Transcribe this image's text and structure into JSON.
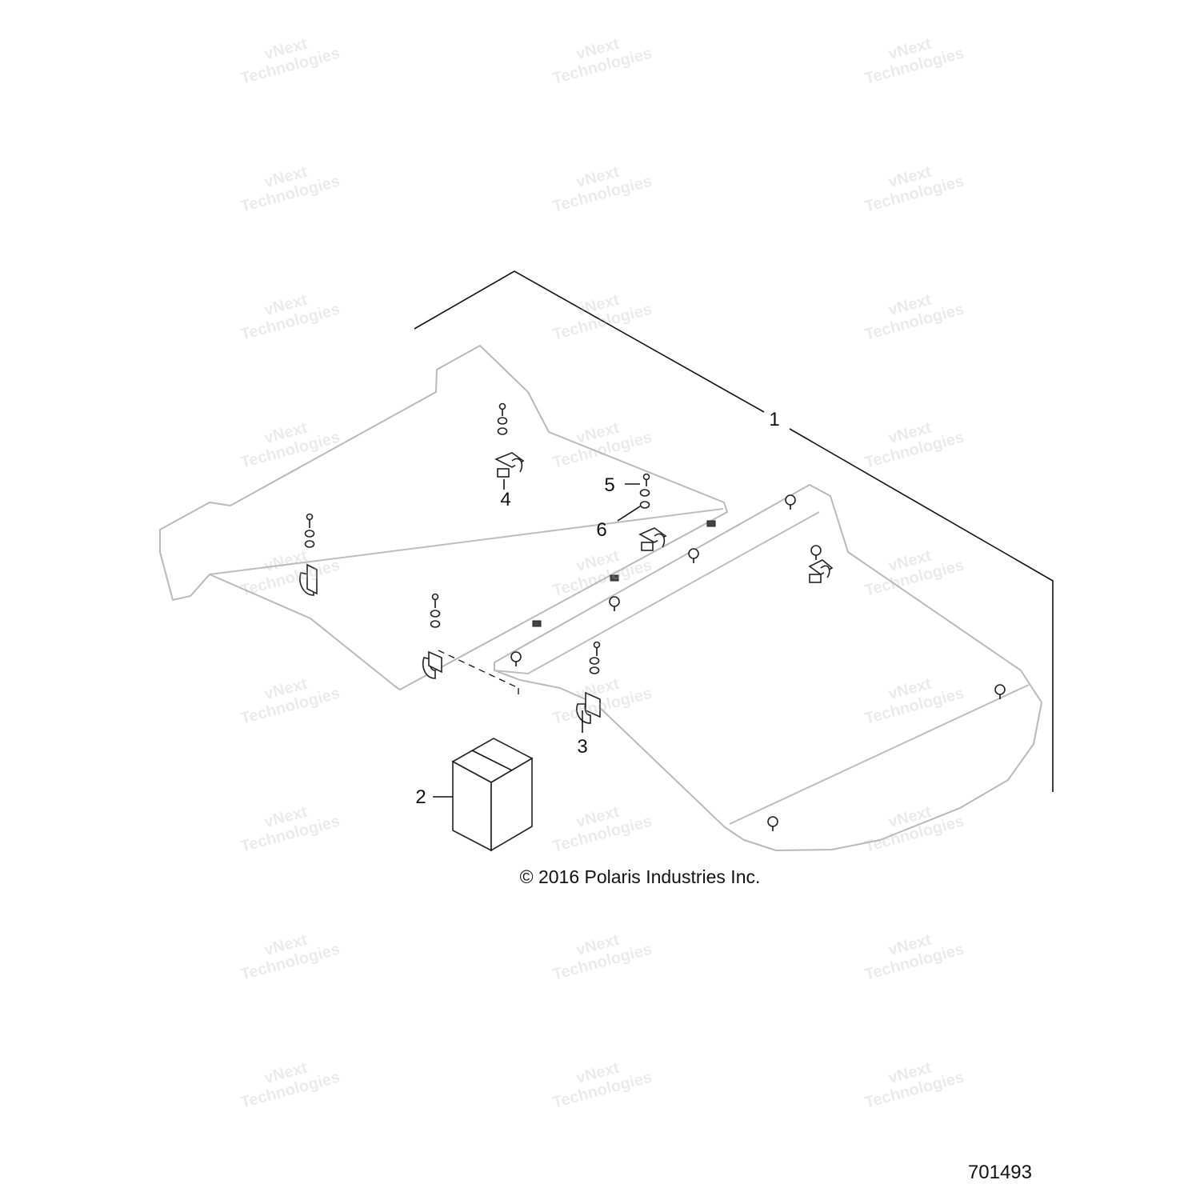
{
  "callouts": [
    "1",
    "2",
    "3",
    "4",
    "5",
    "6"
  ],
  "copyright": "© 2016 Polaris Industries Inc.",
  "diagram_id": "701493",
  "watermark": {
    "line1": "vNext",
    "line2": "Technologies"
  }
}
